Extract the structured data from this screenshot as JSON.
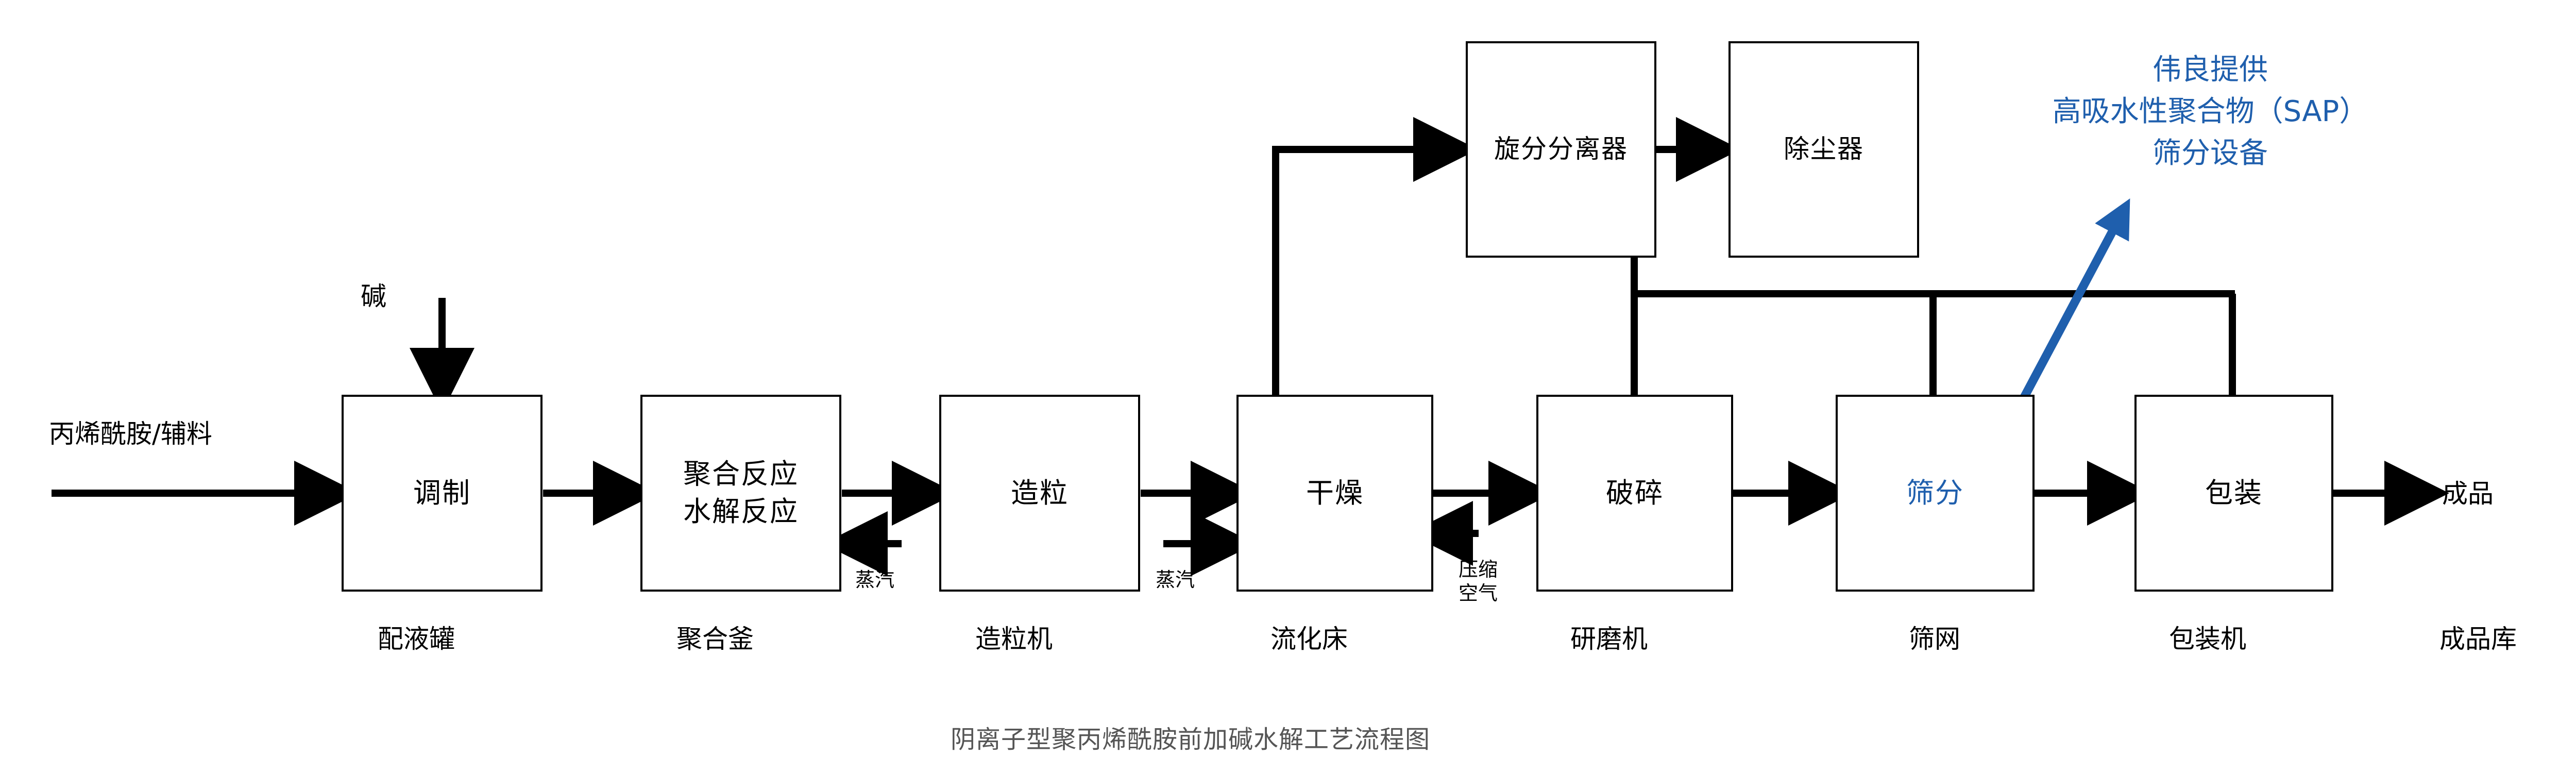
{
  "diagram": {
    "caption": "阴离子型聚丙烯酰胺前加碱水解工艺流程图",
    "accent_color": "#1F5FAD",
    "line_color": "#000000",
    "caption_color": "#555555",
    "process_boxes": [
      {
        "id": "tiaozhi",
        "label": "调制",
        "label2": "",
        "equipment": "配液罐"
      },
      {
        "id": "juhe",
        "label": "聚合反应",
        "label2": "水解反应",
        "equipment": "聚合釜"
      },
      {
        "id": "zaoli",
        "label": "造粒",
        "label2": "",
        "equipment": "造粒机"
      },
      {
        "id": "ganzao",
        "label": "干燥",
        "label2": "",
        "equipment": "流化床"
      },
      {
        "id": "posui",
        "label": "破碎",
        "label2": "",
        "equipment": "研磨机"
      },
      {
        "id": "shaifen",
        "label": "筛分",
        "label2": "",
        "equipment": "筛网"
      },
      {
        "id": "baozhuang",
        "label": "包装",
        "label2": "",
        "equipment": "包装机"
      }
    ],
    "top_units": [
      {
        "id": "cyclone",
        "label": "旋分分离器"
      },
      {
        "id": "dust",
        "label": "除尘器"
      }
    ],
    "streams": {
      "feed": "丙烯酰胺/辅料",
      "alkali": "碱",
      "product": "成品",
      "product_store": "成品库"
    },
    "utilities": [
      {
        "id": "steam-1",
        "line1": "蒸汽",
        "line2": ""
      },
      {
        "id": "steam-2",
        "line1": "蒸汽",
        "line2": ""
      },
      {
        "id": "air",
        "line1": "压缩",
        "line2": "空气"
      }
    ],
    "annotation": {
      "line1": "伟良提供",
      "line2": "高吸水性聚合物（SAP）",
      "line3": "筛分设备"
    }
  }
}
